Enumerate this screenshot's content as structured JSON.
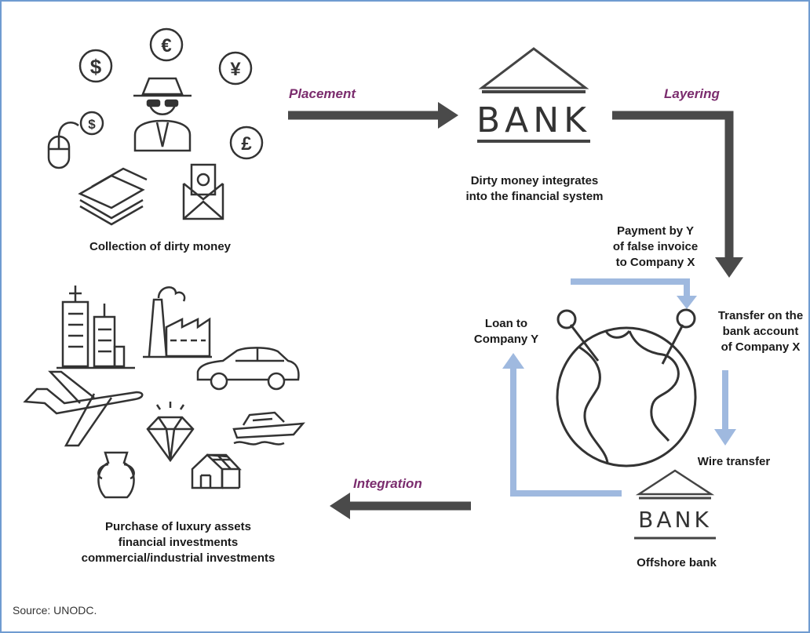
{
  "stages": {
    "placement": "Placement",
    "layering": "Layering",
    "integration": "Integration"
  },
  "labels": {
    "collection": "Collection of dirty money",
    "integrates_line1": "Dirty money integrates",
    "integrates_line2": "into the financial system",
    "payment_line1": "Payment by Y",
    "payment_line2": "of false invoice",
    "payment_line3": "to Company X",
    "loan_line1": "Loan to",
    "loan_line2": "Company Y",
    "transfer_line1": "Transfer on the",
    "transfer_line2": "bank account",
    "transfer_line3": "of Company X",
    "wire": "Wire transfer",
    "offshore": "Offshore bank",
    "purchase_line1": "Purchase of luxury assets",
    "purchase_line2": "financial investments",
    "purchase_line3": "commercial/industrial investments"
  },
  "bank_text": "BANK",
  "currency_symbols": [
    "$",
    "€",
    "¥",
    "£",
    "$"
  ],
  "source": "Source: UNODC.",
  "colors": {
    "stage_label": "#7b2d6e",
    "dark_arrow": "#4a4a4a",
    "light_arrow": "#9fb9df",
    "icon_stroke": "#333333",
    "border": "#6f9bd1"
  }
}
